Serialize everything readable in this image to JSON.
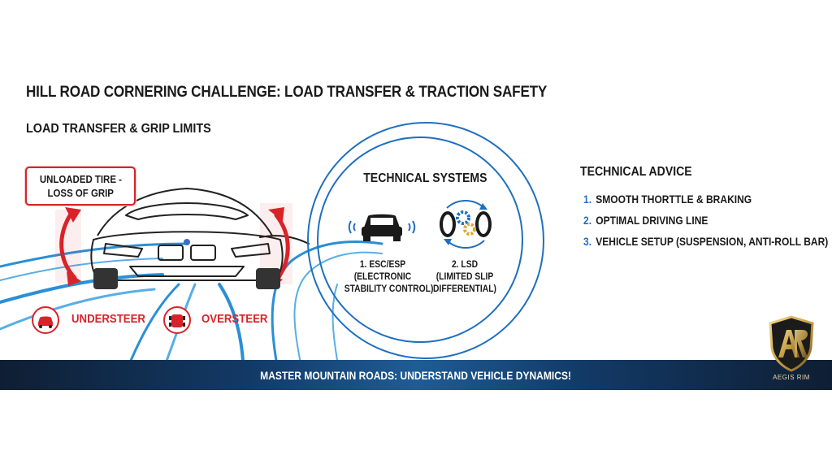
{
  "header": {
    "title": "HILL ROAD CORNERING CHALLENGE: LOAD TRANSFER & TRACTION SAFETY",
    "subtitle": "LOAD TRANSFER & GRIP LIMITS"
  },
  "callout": {
    "line1": "UNLOADED TIRE -",
    "line2": "LOSS OF GRIP"
  },
  "handling": {
    "understeer": "UNDERSTEER",
    "oversteer": "OVERSTEER"
  },
  "systems": {
    "title": "TECHNICAL SYSTEMS",
    "esc": {
      "line1": "1. ESC/ESP",
      "line2": "(ELECTRONIC",
      "line3": "STABILITY CONTROL)"
    },
    "lsd": {
      "line1": "2. LSD",
      "line2": "(LIMITED SLIP",
      "line3": "DIFFERENTIAL)"
    }
  },
  "advice": {
    "title": "TECHNICAL ADVICE",
    "items": [
      {
        "num": "1.",
        "text": "SMOOTH THORTTLE & BRAKING"
      },
      {
        "num": "2.",
        "text": "OPTIMAL DRIVING LINE"
      },
      {
        "num": "3.",
        "text": "VEHICLE SETUP (SUSPENSION, ANTI-ROLL BAR)"
      }
    ]
  },
  "banner": {
    "text": "MASTER MOUNTAIN ROADS: UNDERSTAND VEHICLE DYNAMICS!"
  },
  "logo": {
    "text": "AEGIS RIM"
  },
  "colors": {
    "accent_blue": "#1f6fc0",
    "alert_red": "#d8232a",
    "banner_dark": "#0f1e33",
    "logo_gold": "#c9a24a"
  },
  "icons": [
    "road-lines-graphic",
    "sports-car-illustration",
    "understeer-car-icon",
    "oversteer-car-icon",
    "esc-car-icon",
    "lsd-gears-icon",
    "shield-logo-icon"
  ]
}
